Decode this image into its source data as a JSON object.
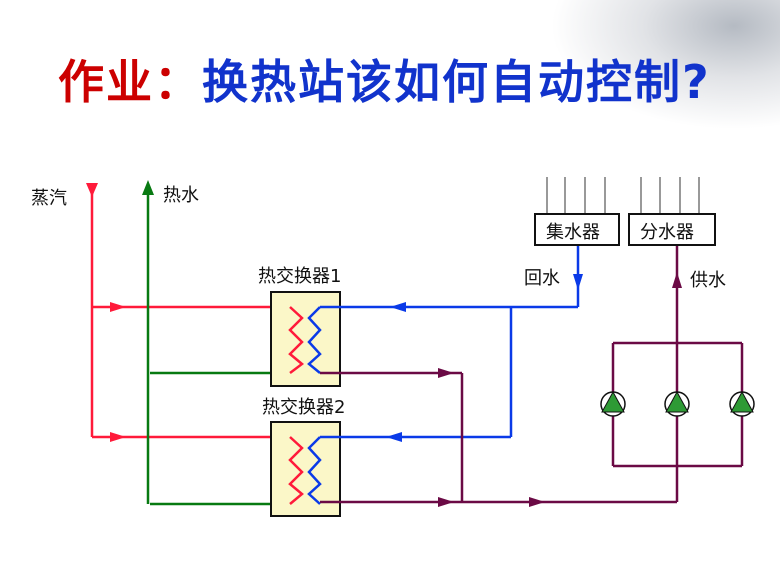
{
  "title": {
    "prefix": "作业：",
    "question": "换热站该如何自动控制?"
  },
  "diagram": {
    "labels": {
      "steam": "蒸汽",
      "hot_water": "热水",
      "hx1": "热交换器1",
      "hx2": "热交换器2",
      "collector": "集水器",
      "distributor": "分水器",
      "return_water": "回水",
      "supply_water": "供水"
    },
    "colors": {
      "steam": "#ff1a3a",
      "hot_water": "#087a12",
      "return": "#0a3ae8",
      "supply": "#6b0a45",
      "hx_fill": "#fbf7c8",
      "pump_fill": "#2e9a35"
    },
    "pump_count": 3,
    "collector_branches": 4,
    "distributor_branches": 4
  }
}
